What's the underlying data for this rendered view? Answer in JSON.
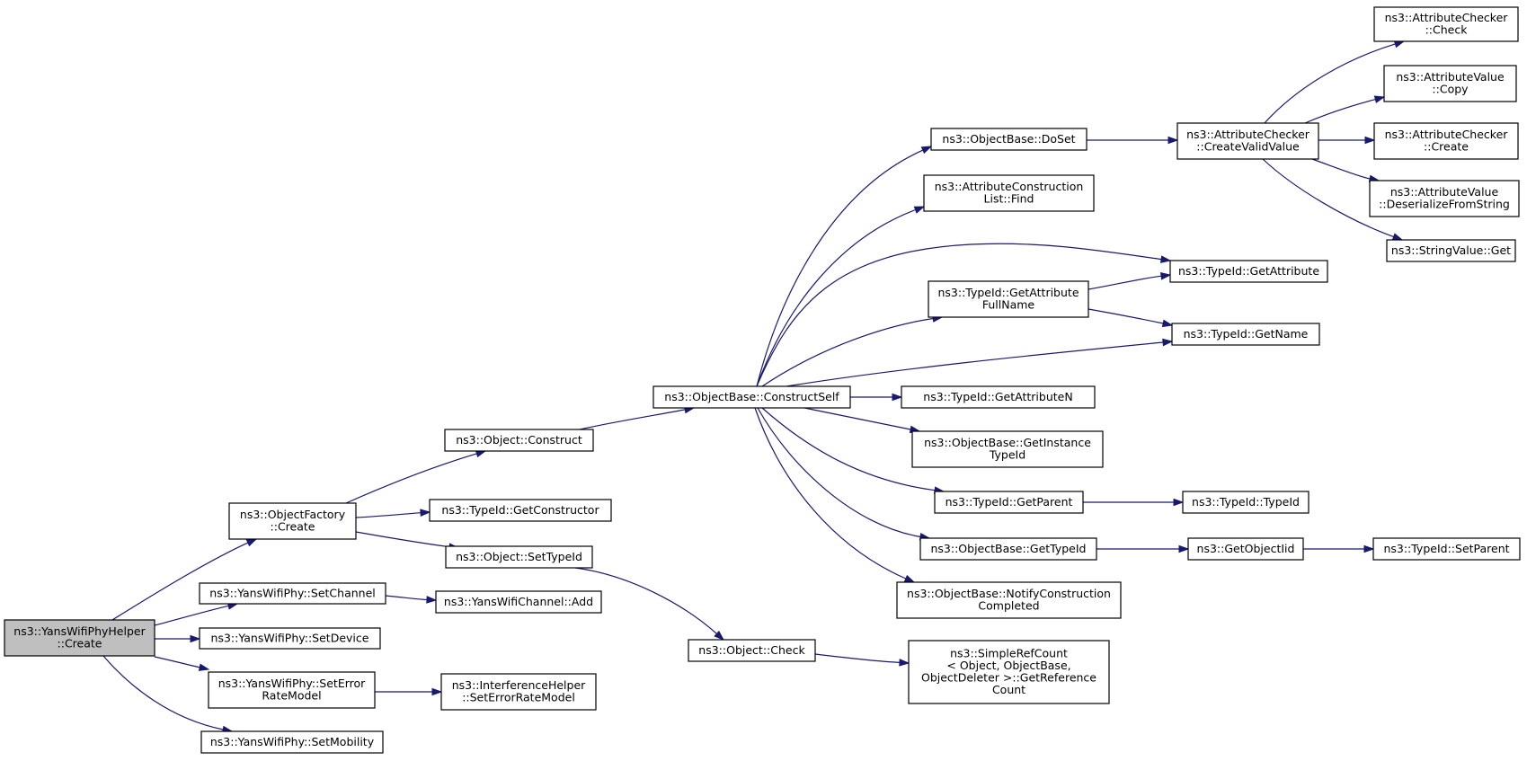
{
  "colors": {
    "edge": "#191970",
    "root_fill": "#bfbfbf",
    "node_fill": "#ffffff",
    "border": "#000000"
  },
  "nodes": [
    {
      "id": "root",
      "lines": [
        "ns3::YansWifiPhyHelper",
        "::Create"
      ],
      "root": true
    },
    {
      "id": "ofc",
      "lines": [
        "ns3::ObjectFactory",
        "::Create"
      ]
    },
    {
      "id": "setch",
      "lines": [
        "ns3::YansWifiPhy::SetChannel"
      ]
    },
    {
      "id": "setdev",
      "lines": [
        "ns3::YansWifiPhy::SetDevice"
      ]
    },
    {
      "id": "seterr",
      "lines": [
        "ns3::YansWifiPhy::SetError",
        "RateModel"
      ]
    },
    {
      "id": "setmob",
      "lines": [
        "ns3::YansWifiPhy::SetMobility"
      ]
    },
    {
      "id": "objcons",
      "lines": [
        "ns3::Object::Construct"
      ]
    },
    {
      "id": "getctor",
      "lines": [
        "ns3::TypeId::GetConstructor"
      ]
    },
    {
      "id": "settid",
      "lines": [
        "ns3::Object::SetTypeId"
      ]
    },
    {
      "id": "chadd",
      "lines": [
        "ns3::YansWifiChannel::Add"
      ]
    },
    {
      "id": "ihset",
      "lines": [
        "ns3::InterferenceHelper",
        "::SetErrorRateModel"
      ]
    },
    {
      "id": "cself",
      "lines": [
        "ns3::ObjectBase::ConstructSelf"
      ]
    },
    {
      "id": "ocheck",
      "lines": [
        "ns3::Object::Check"
      ]
    },
    {
      "id": "doset",
      "lines": [
        "ns3::ObjectBase::DoSet"
      ]
    },
    {
      "id": "aclfind",
      "lines": [
        "ns3::AttributeConstruction",
        "List::Find"
      ]
    },
    {
      "id": "gafn",
      "lines": [
        "ns3::TypeId::GetAttribute",
        "FullName"
      ]
    },
    {
      "id": "gan",
      "lines": [
        "ns3::TypeId::GetAttributeN"
      ]
    },
    {
      "id": "gitid",
      "lines": [
        "ns3::ObjectBase::GetInstance",
        "TypeId"
      ]
    },
    {
      "id": "gpar",
      "lines": [
        "ns3::TypeId::GetParent"
      ]
    },
    {
      "id": "obgtid",
      "lines": [
        "ns3::ObjectBase::GetTypeId"
      ]
    },
    {
      "id": "ncc",
      "lines": [
        "ns3::ObjectBase::NotifyConstruction",
        "Completed"
      ]
    },
    {
      "id": "srcgrc",
      "lines": [
        "ns3::SimpleRefCount",
        "< Object, ObjectBase,",
        " ObjectDeleter >::GetReference",
        "Count"
      ]
    },
    {
      "id": "accvv",
      "lines": [
        "ns3::AttributeChecker",
        "::CreateValidValue"
      ]
    },
    {
      "id": "gattr",
      "lines": [
        "ns3::TypeId::GetAttribute"
      ]
    },
    {
      "id": "gname",
      "lines": [
        "ns3::TypeId::GetName"
      ]
    },
    {
      "id": "tidtid",
      "lines": [
        "ns3::TypeId::TypeId"
      ]
    },
    {
      "id": "goiid",
      "lines": [
        "ns3::GetObjectIid"
      ]
    },
    {
      "id": "acchk",
      "lines": [
        "ns3::AttributeChecker",
        "::Check"
      ]
    },
    {
      "id": "avcopy",
      "lines": [
        "ns3::AttributeValue",
        "::Copy"
      ]
    },
    {
      "id": "accreate",
      "lines": [
        "ns3::AttributeChecker",
        "::Create"
      ]
    },
    {
      "id": "avdes",
      "lines": [
        "ns3::AttributeValue",
        "::DeserializeFromString"
      ]
    },
    {
      "id": "svget",
      "lines": [
        "ns3::StringValue::Get"
      ]
    },
    {
      "id": "tidsp",
      "lines": [
        "ns3::TypeId::SetParent"
      ]
    }
  ]
}
